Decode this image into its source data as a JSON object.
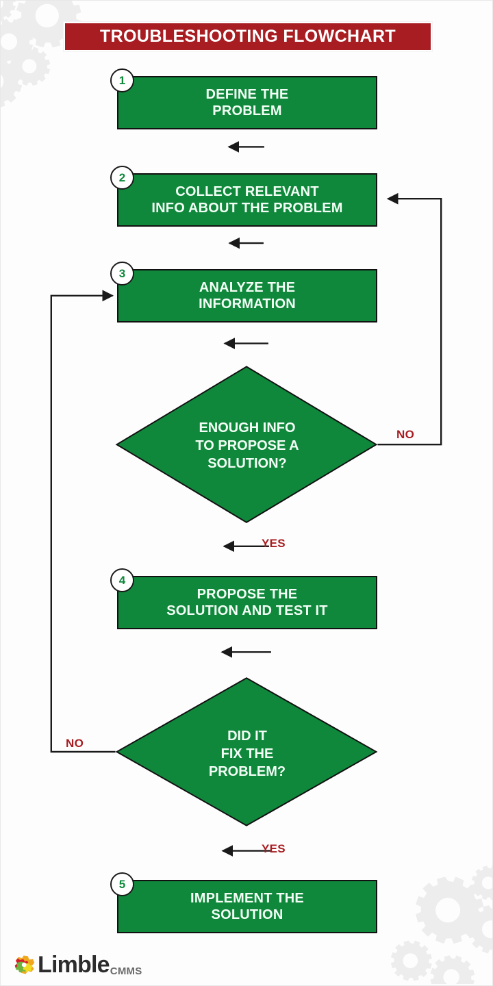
{
  "title": {
    "text": "TROUBLESHOOTING FLOWCHART",
    "background_color": "#a81d22",
    "text_color": "#ffffff"
  },
  "theme": {
    "node_fill": "#10883c",
    "node_border": "#111111",
    "node_text": "#f3fff6",
    "accent_red": "#a81d22",
    "badge_text": "#10883c",
    "page_background": "#fdfdfd",
    "watermark_gear": "#ededed"
  },
  "chart_data": {
    "type": "diagram",
    "subtype": "flowchart",
    "title": "TROUBLESHOOTING FLOWCHART",
    "nodes": [
      {
        "id": "n1",
        "badge": "1",
        "shape": "process",
        "label": "DEFINE THE\nPROBLEM"
      },
      {
        "id": "n2",
        "badge": "2",
        "shape": "process",
        "label": "COLLECT RELEVANT\nINFO ABOUT THE PROBLEM"
      },
      {
        "id": "n3",
        "badge": "3",
        "shape": "process",
        "label": "ANALYZE THE\nINFORMATION"
      },
      {
        "id": "d1",
        "badge": "",
        "shape": "decision",
        "label": "ENOUGH INFO\nTO PROPOSE A\nSOLUTION?"
      },
      {
        "id": "n4",
        "badge": "4",
        "shape": "process",
        "label": "PROPOSE THE\nSOLUTION AND TEST IT"
      },
      {
        "id": "d2",
        "badge": "",
        "shape": "decision",
        "label": "DID IT\nFIX THE\nPROBLEM?"
      },
      {
        "id": "n5",
        "badge": "5",
        "shape": "process",
        "label": "IMPLEMENT THE\nSOLUTION"
      }
    ],
    "edges": [
      {
        "from": "n1",
        "to": "n2",
        "label": ""
      },
      {
        "from": "n2",
        "to": "n3",
        "label": ""
      },
      {
        "from": "n3",
        "to": "d1",
        "label": ""
      },
      {
        "from": "d1",
        "to": "n2",
        "label": "NO"
      },
      {
        "from": "d1",
        "to": "n4",
        "label": "YES"
      },
      {
        "from": "n4",
        "to": "d2",
        "label": ""
      },
      {
        "from": "d2",
        "to": "n3",
        "label": "NO"
      },
      {
        "from": "d2",
        "to": "n5",
        "label": "YES"
      }
    ]
  },
  "edge_labels": {
    "no_right": "NO",
    "yes_upper": "YES",
    "no_left": "NO",
    "yes_lower": "YES"
  },
  "logo": {
    "word": "Limble",
    "suffix": "CMMS",
    "gear_colors": [
      "#d4202b",
      "#f0a81e",
      "#6eb43f",
      "#f0dc1e"
    ]
  }
}
